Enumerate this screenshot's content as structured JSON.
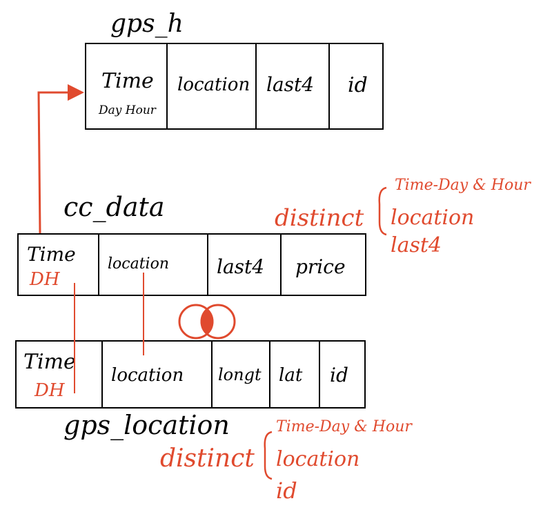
{
  "tables": {
    "gps_h": {
      "title": "gps_h",
      "columns": [
        "Time",
        "location",
        "last4",
        "id"
      ],
      "time_sub": "Day Hour"
    },
    "cc_data": {
      "title": "cc_data",
      "columns": [
        "Time",
        "location",
        "last4",
        "price"
      ],
      "time_sub": "DH",
      "distinct_label": "distinct",
      "distinct_fields": [
        "Time-Day & Hour",
        "location",
        "last4"
      ]
    },
    "gps_location": {
      "title": "gps_location",
      "columns": [
        "Time",
        "location",
        "longt",
        "lat",
        "id"
      ],
      "time_sub": "DH",
      "distinct_label": "distinct",
      "distinct_fields": [
        "Time-Day & Hour",
        "location",
        "id"
      ]
    }
  },
  "colors": {
    "ink": "#000000",
    "accent": "#E04A2E"
  }
}
